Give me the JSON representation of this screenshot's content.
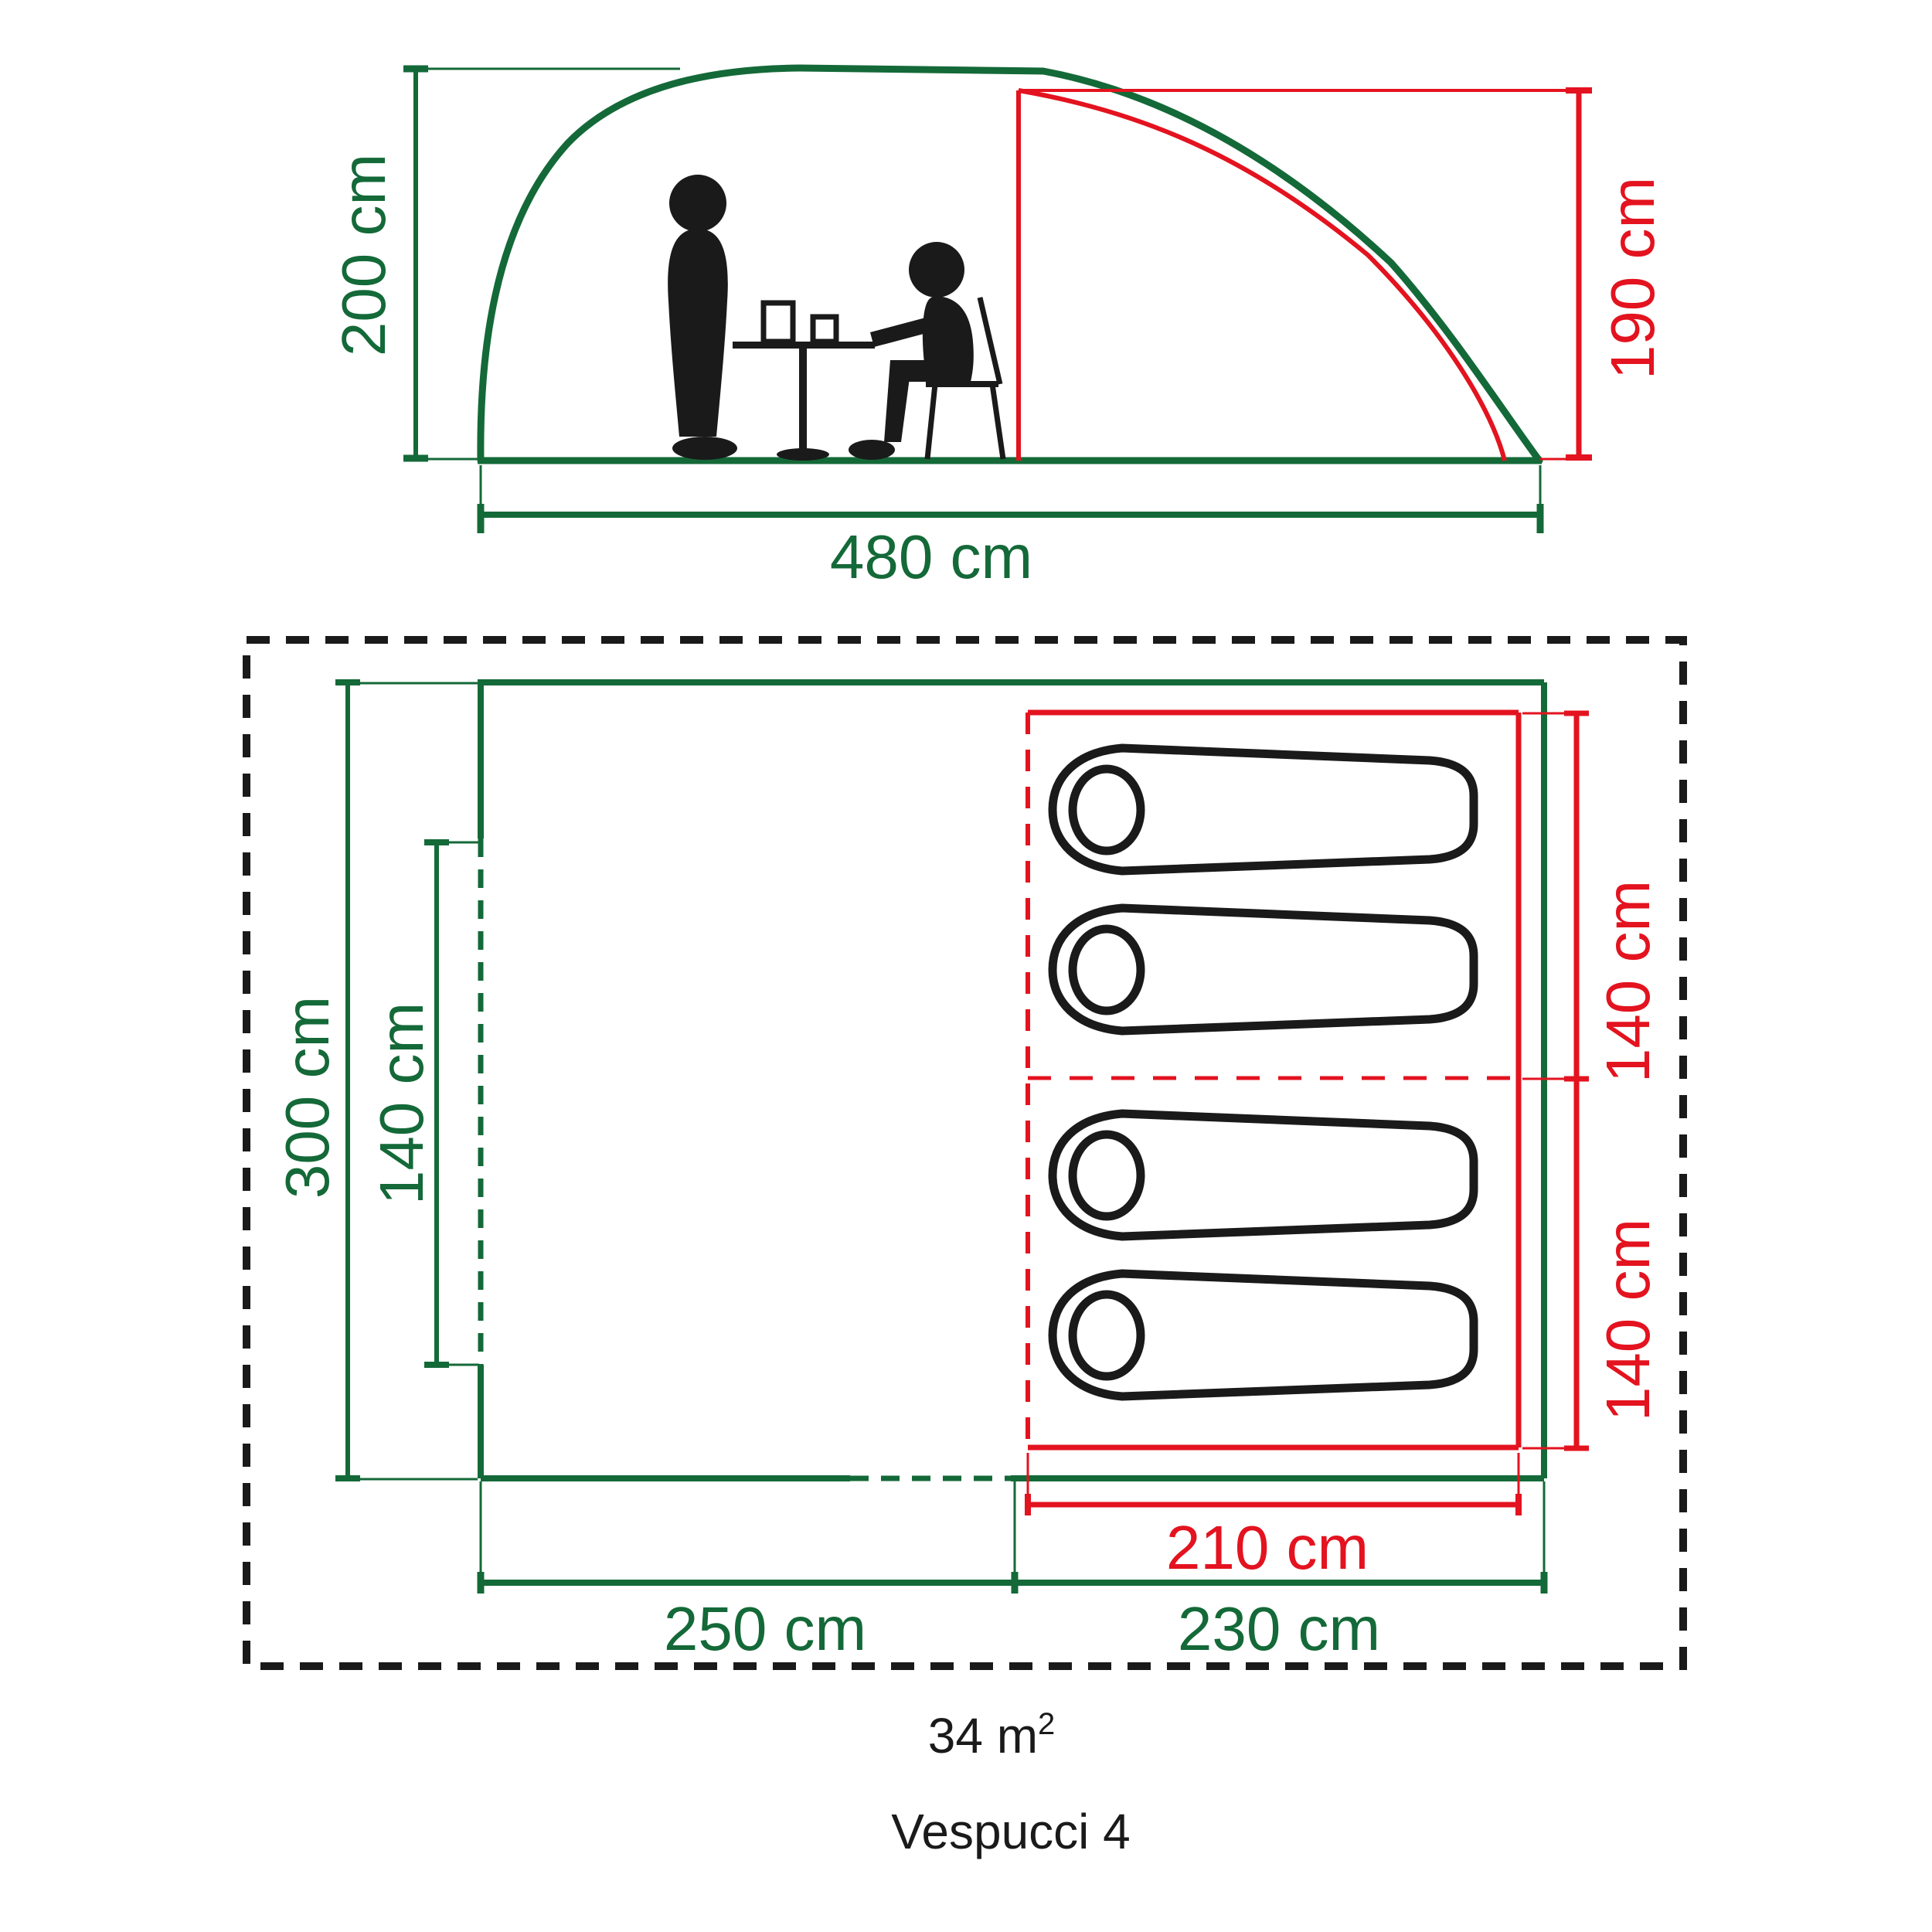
{
  "title": "Vespucci 4",
  "colors": {
    "tent_outline_green": "#146938",
    "inner_cabin_red": "#e3131f",
    "figures_black": "#1a1a1a",
    "background": "#ffffff"
  },
  "side_view": {
    "height_label": "200 cm",
    "inner_height_label": "190 cm",
    "length_label": "480 cm"
  },
  "floor_plan": {
    "width_label": "300 cm",
    "door_width_label": "140 cm",
    "cabin_depth_top_label": "140 cm",
    "cabin_depth_bottom_label": "140 cm",
    "cabin_length_label": "210 cm",
    "living_length_label": "250 cm",
    "cabin_section_length_label": "230 cm",
    "sleeping_bag_count": 4
  },
  "footer": {
    "area_value": "34 m",
    "area_superscript": "2",
    "model_name": "Vespucci 4"
  },
  "icons": {
    "standing-person-icon": "black silhouette of standing person",
    "seated-person-icon": "black silhouette of person seated at table",
    "table-icon": "pedestal table with two cups",
    "sleeping-bag-icon": "tapered sleeping bag outline with pillow"
  }
}
